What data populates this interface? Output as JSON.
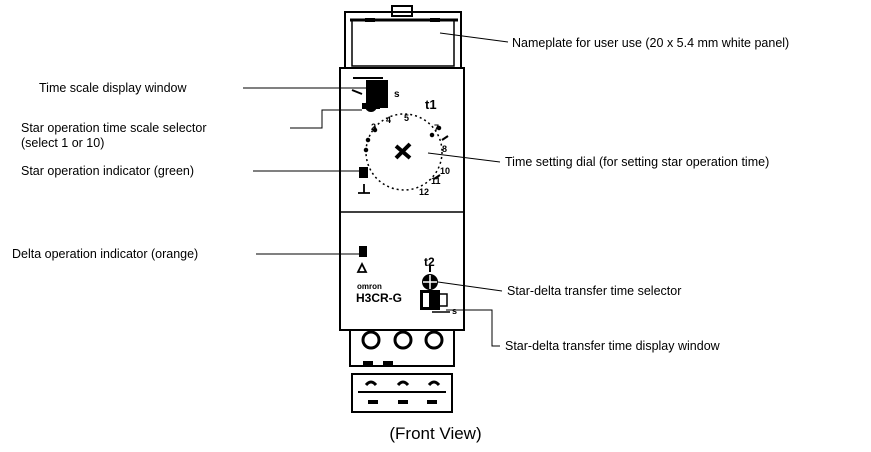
{
  "caption": "(Front View)",
  "labels": {
    "nameplate": "Nameplate for user use (20 x 5.4 mm white panel)",
    "time_scale_window": "Time scale display window",
    "scale_selector_line1": "Star operation time scale selector",
    "scale_selector_line2": "(select 1 or 10)",
    "star_indicator": "Star operation indicator (green)",
    "time_dial": "Time setting dial (for setting star operation time)",
    "delta_indicator": "Delta operation indicator (orange)",
    "transfer_selector": "Star-delta transfer time selector",
    "transfer_window": "Star-delta transfer time display window"
  },
  "device": {
    "brand": "omron",
    "model": "H3CR-G",
    "dial_t1": "t1",
    "dial_t2": "t2",
    "scale_s": "s",
    "dial_numbers": [
      "2",
      "4",
      "5",
      "7",
      "8",
      "10",
      "11",
      "12"
    ]
  }
}
